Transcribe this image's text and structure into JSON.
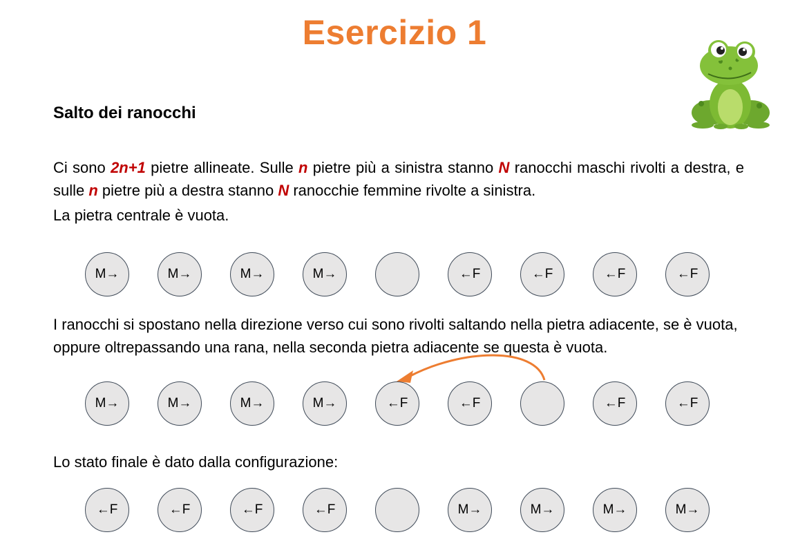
{
  "title": "Esercizio 1",
  "subtitle": "Salto dei ranocchi",
  "para1": {
    "t1": "Ci sono ",
    "h1": "2n+1",
    "t2": " pietre allineate. Sulle ",
    "h2": "n",
    "t3": " pietre più a sinistra stanno ",
    "h3": "N",
    "t4": " ranocchi maschi rivolti a destra, e sulle ",
    "h4": "n",
    "t5": " pietre più a destra stanno ",
    "h5": "N",
    "t6": " ranocchie femmine rivolte a sinistra.",
    "t7": "La pietra centrale è vuota."
  },
  "para2": "I ranocchi si spostano nella direzione verso cui sono rivolti saltando nella pietra adiacente, se è vuota, oppure oltrepassando una rana, nella seconda pietra adiacente se questa è vuota.",
  "para3": "Lo stato finale è dato dalla configurazione:",
  "rows": {
    "initial": [
      "M→",
      "M→",
      "M→",
      "M→",
      "",
      "←F",
      "←F",
      "←F",
      "←F"
    ],
    "jump": [
      "M→",
      "M→",
      "M→",
      "M→",
      "←F",
      "←F",
      "",
      "←F",
      "←F"
    ],
    "final": [
      "←F",
      "←F",
      "←F",
      "←F",
      "",
      "M→",
      "M→",
      "M→",
      "M→"
    ]
  },
  "colors": {
    "title": "#ED7D31",
    "highlight": "#C00000",
    "arrow": "#ED7D31",
    "stone": "#E7E6E6"
  },
  "icons": {
    "decoration": "frog-icon",
    "jump": "curved-arrow-icon"
  }
}
